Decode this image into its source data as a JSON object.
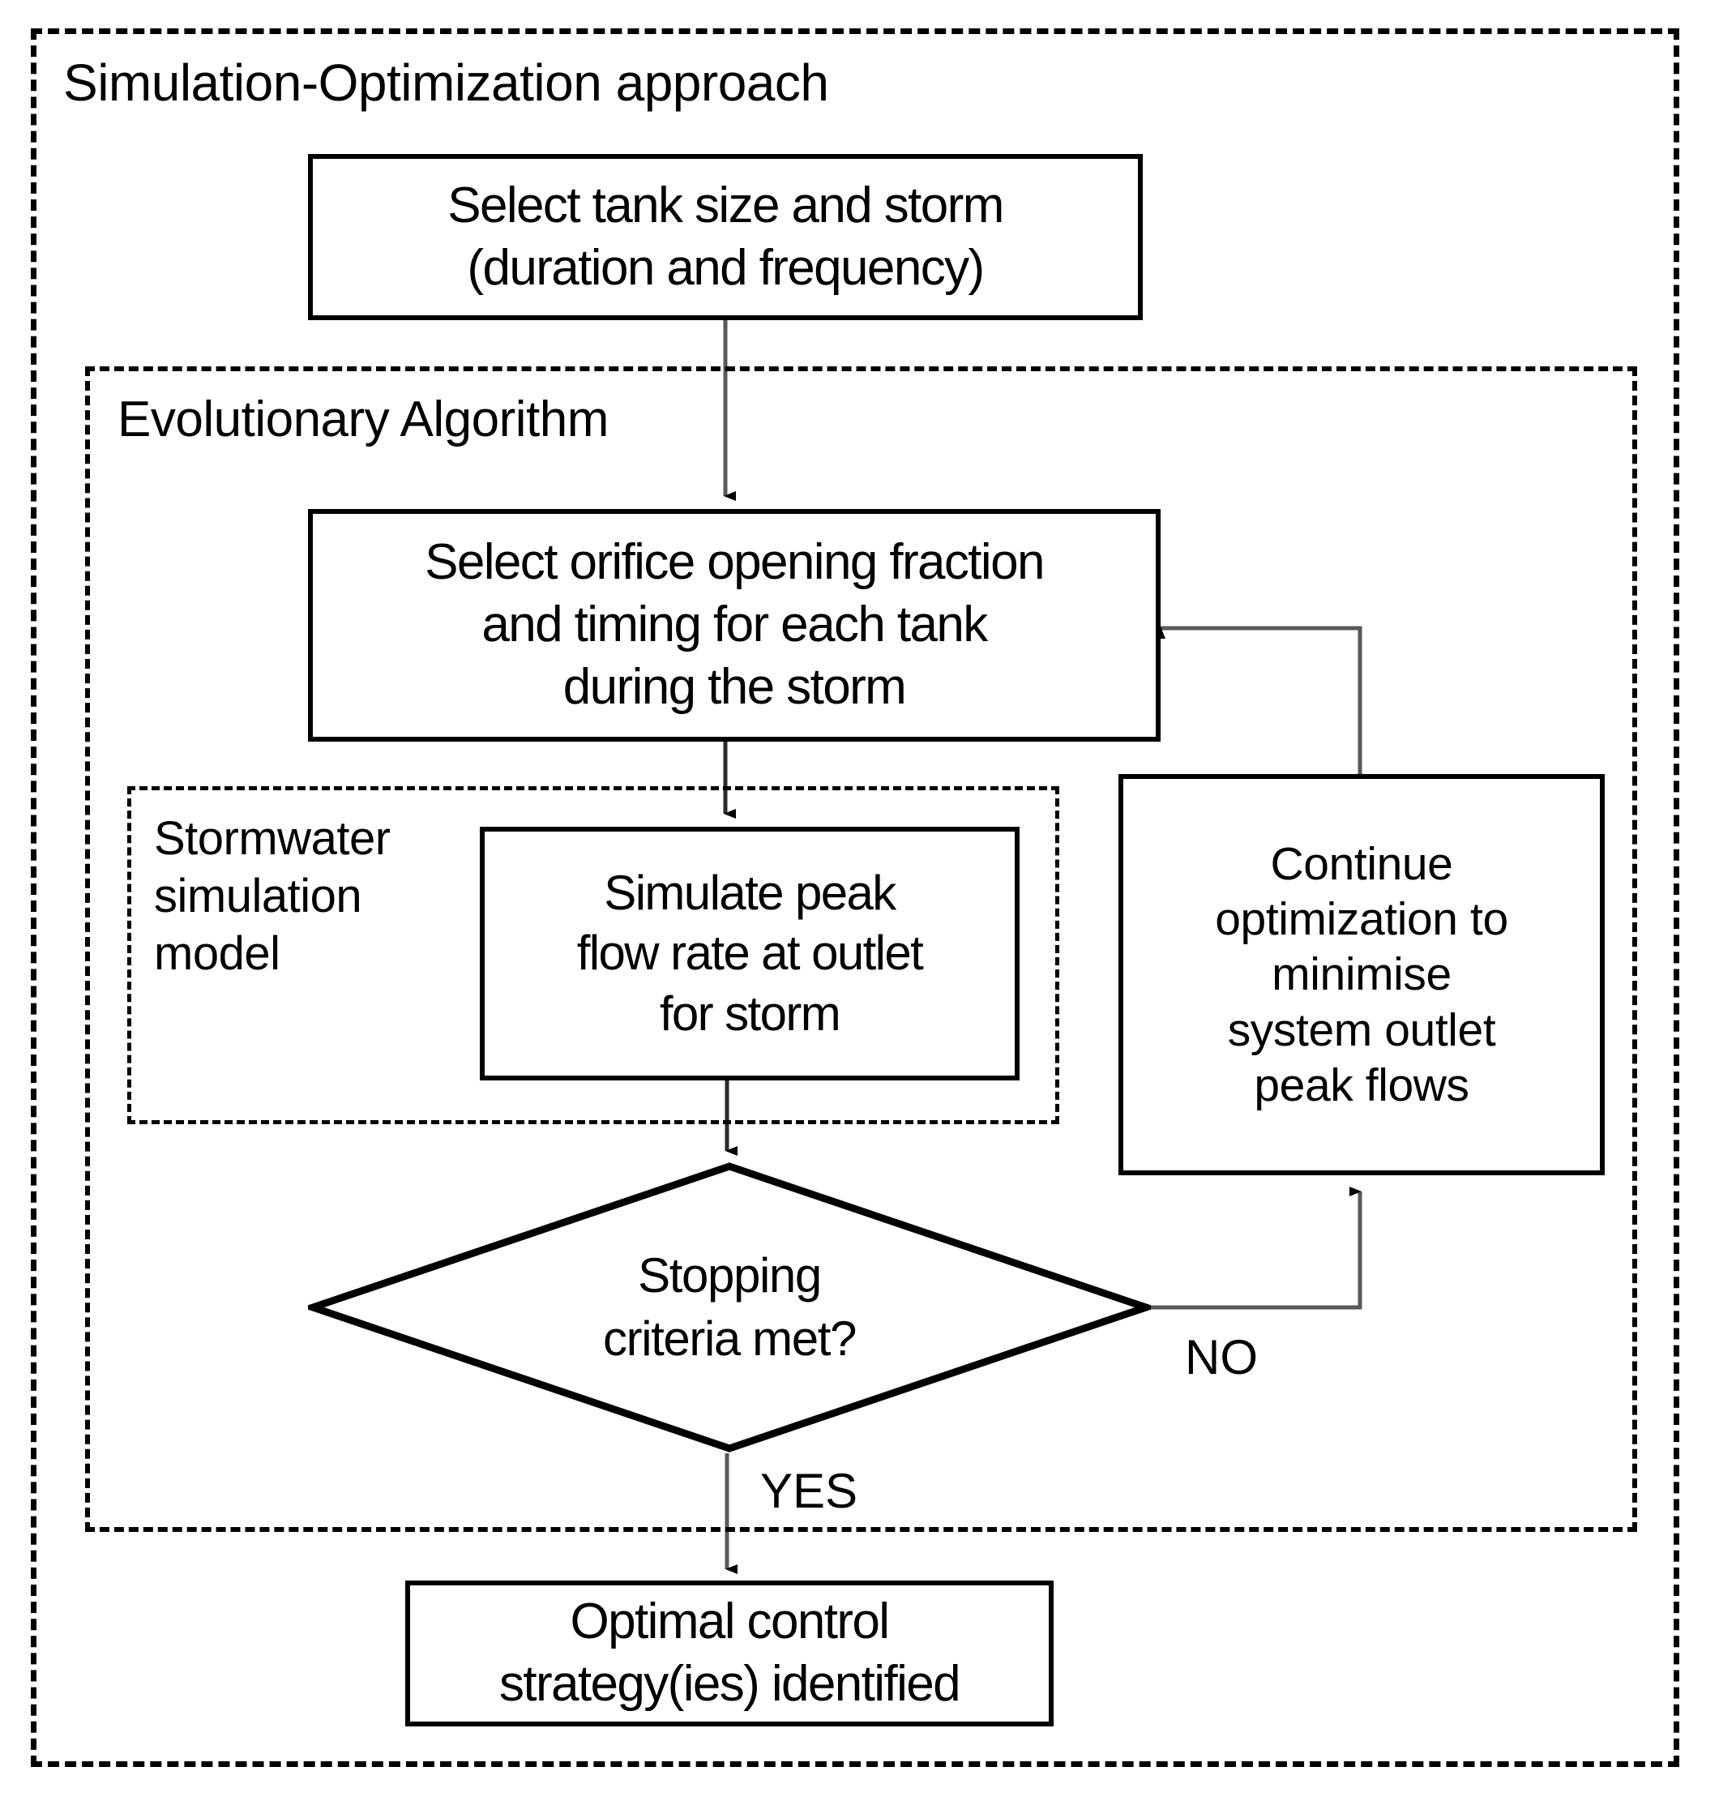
{
  "diagram": {
    "type": "flowchart",
    "title": "Simulation-Optimization approach",
    "containers": [
      {
        "id": "outer",
        "label": "Simulation-Optimization approach",
        "style": "dashed"
      },
      {
        "id": "ea",
        "label": "Evolutionary Algorithm",
        "style": "dashed"
      },
      {
        "id": "sim",
        "label": "Stormwater\nsimulation\nmodel",
        "style": "dashed"
      }
    ],
    "nodes": [
      {
        "id": "n1",
        "shape": "process",
        "text": "Select tank size and storm\n(duration and frequency)"
      },
      {
        "id": "n2",
        "shape": "process",
        "text": "Select orifice opening fraction\nand timing for each tank\nduring the storm"
      },
      {
        "id": "n3",
        "shape": "process",
        "text": "Simulate peak\nflow rate at outlet\nfor storm"
      },
      {
        "id": "n4",
        "shape": "decision",
        "text": "Stopping\ncriteria met?"
      },
      {
        "id": "n5",
        "shape": "process",
        "text": "Continue\noptimization to\nminimise\nsystem outlet\npeak flows"
      },
      {
        "id": "n6",
        "shape": "process",
        "text": "Optimal control\nstrategy(ies) identified"
      }
    ],
    "edges": [
      {
        "from": "n1",
        "to": "n2",
        "label": ""
      },
      {
        "from": "n2",
        "to": "n3",
        "label": ""
      },
      {
        "from": "n3",
        "to": "n4",
        "label": ""
      },
      {
        "from": "n4",
        "to": "n5",
        "label": "NO"
      },
      {
        "from": "n4",
        "to": "n6",
        "label": "YES"
      },
      {
        "from": "n5",
        "to": "n2",
        "label": ""
      }
    ],
    "edge_labels": {
      "no": "NO",
      "yes": "YES"
    },
    "colors": {
      "stroke": "#000000",
      "connector": "#595959",
      "background": "#ffffff"
    }
  }
}
